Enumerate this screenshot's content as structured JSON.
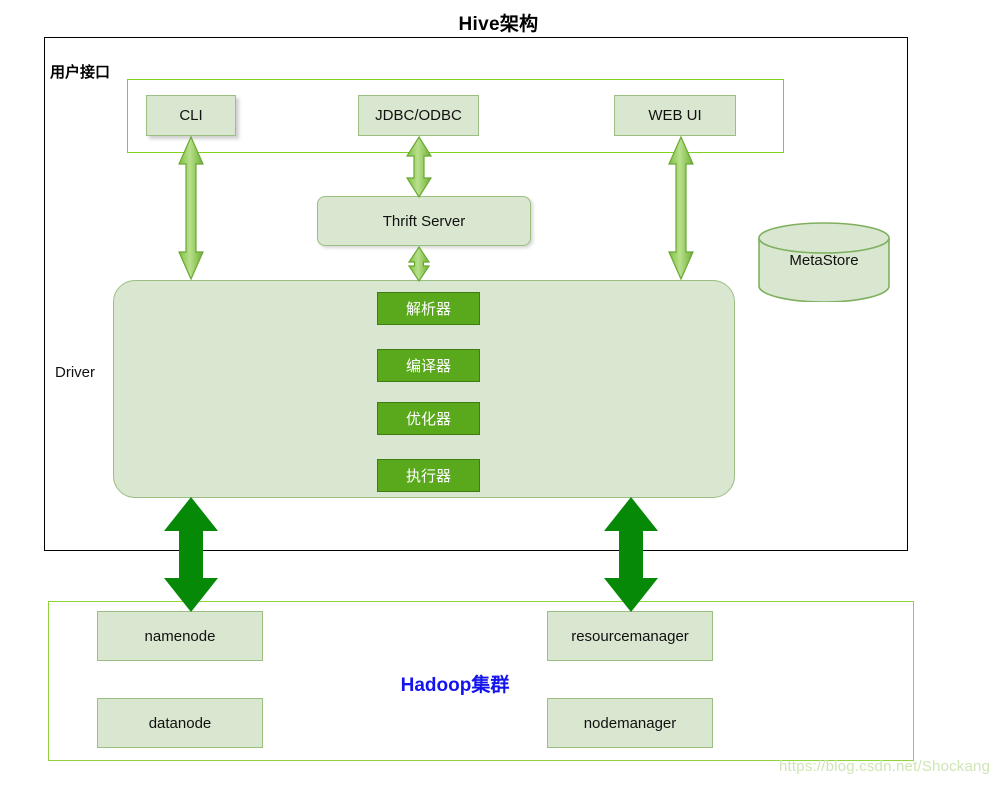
{
  "title": "Hive架构",
  "sections": {
    "user_interface_label": "用户接口",
    "driver_label": "Driver",
    "hadoop_label": "Hadoop集群"
  },
  "user_interface": {
    "items": [
      {
        "label": "CLI"
      },
      {
        "label": "JDBC/ODBC"
      },
      {
        "label": "WEB UI"
      }
    ]
  },
  "thrift": {
    "label": "Thrift Server"
  },
  "driver": {
    "components": [
      {
        "label": "解析器"
      },
      {
        "label": "编译器"
      },
      {
        "label": "优化器"
      },
      {
        "label": "执行器"
      }
    ]
  },
  "metastore": {
    "label": "MetaStore"
  },
  "hadoop": {
    "nodes": [
      {
        "label": "namenode"
      },
      {
        "label": "resourcemanager"
      },
      {
        "label": "datanode"
      },
      {
        "label": "nodemanager"
      }
    ]
  },
  "watermark": "https://blog.csdn.net/Shockang",
  "colors": {
    "light_green_fill": "#d9e6d0",
    "light_green_border": "#9bbf82",
    "bright_green_border": "#7ed321",
    "component_fill": "#5aa81c",
    "component_border": "#3f7d12",
    "thick_arrow": "#068906",
    "thin_arrow": "#8ccb4c",
    "hadoop_text": "#1414ee",
    "frame_black": "#000000",
    "watermark": "#cfe6b4"
  }
}
